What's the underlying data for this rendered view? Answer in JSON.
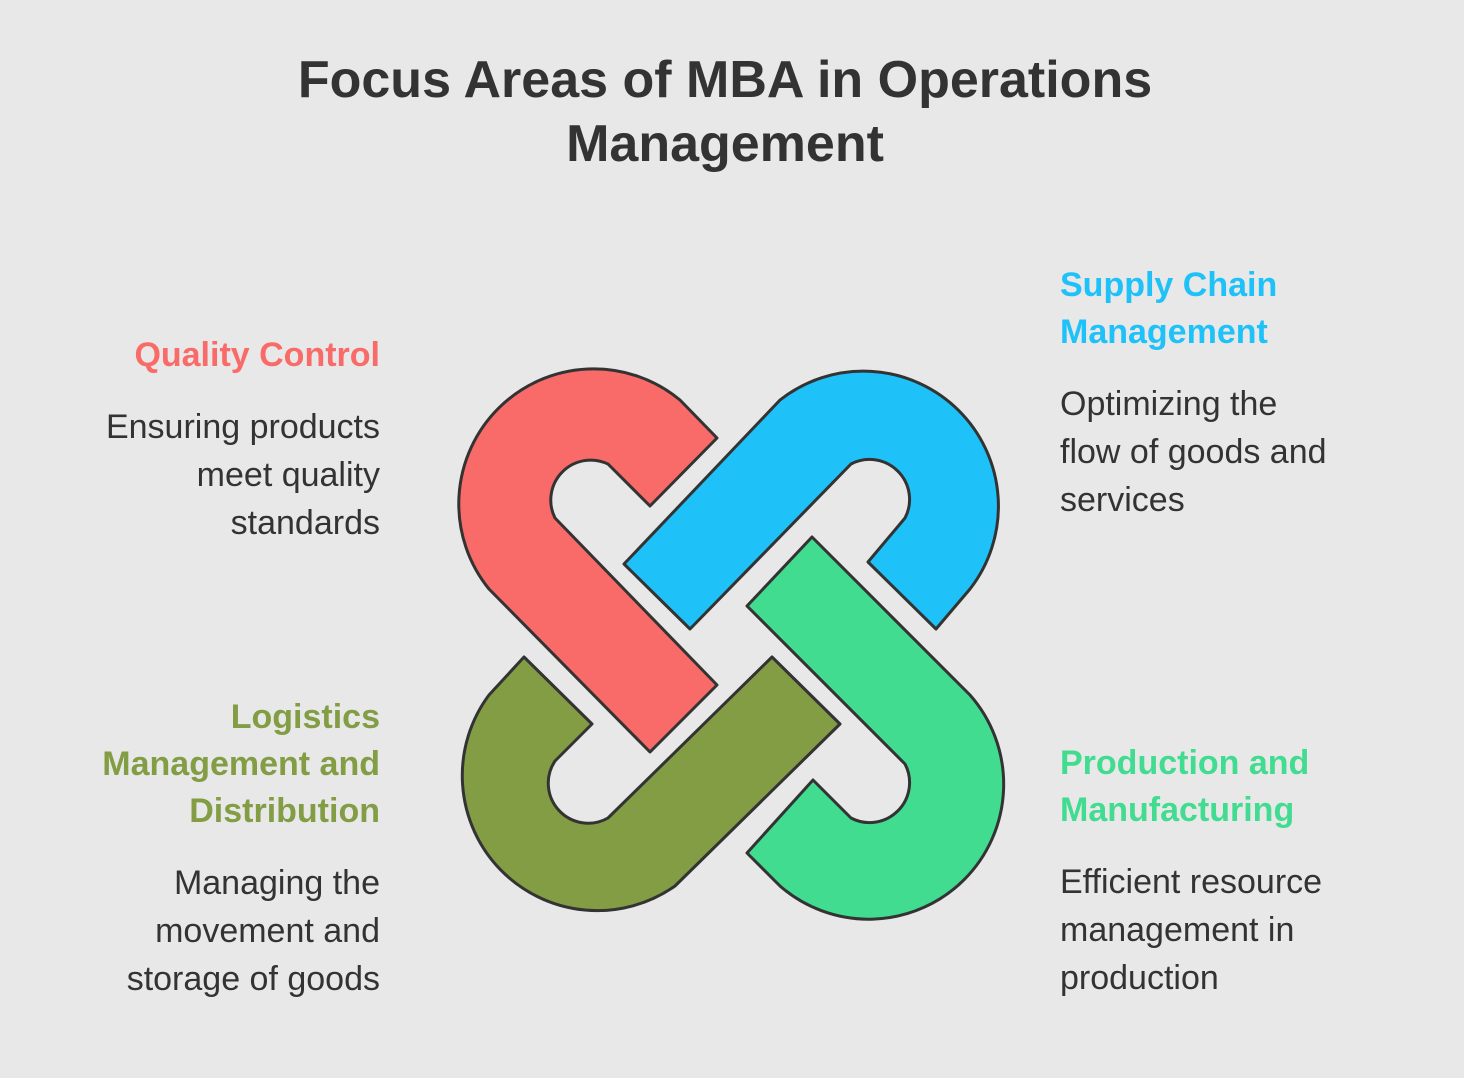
{
  "title": {
    "line1": "Focus Areas of MBA in Operations",
    "line2": "Management"
  },
  "colors": {
    "background": "#e8e8e8",
    "quality": "#f96b68",
    "supply": "#1ec1f8",
    "production": "#41dc90",
    "logistics": "#839d45",
    "outline": "#333333"
  },
  "items": {
    "quality": {
      "heading": [
        "Quality Control"
      ],
      "description": [
        "Ensuring products",
        "meet quality",
        "standards"
      ]
    },
    "supply": {
      "heading": [
        "Supply Chain",
        "Management"
      ],
      "description": [
        "Optimizing the",
        "flow of goods and",
        "services"
      ]
    },
    "logistics": {
      "heading": [
        "Logistics",
        "Management and",
        "Distribution"
      ],
      "description": [
        "Managing the",
        "movement and",
        "storage of goods"
      ]
    },
    "production": {
      "heading": [
        "Production and",
        "Manufacturing"
      ],
      "description": [
        "Efficient resource",
        "management in",
        "production"
      ]
    }
  }
}
